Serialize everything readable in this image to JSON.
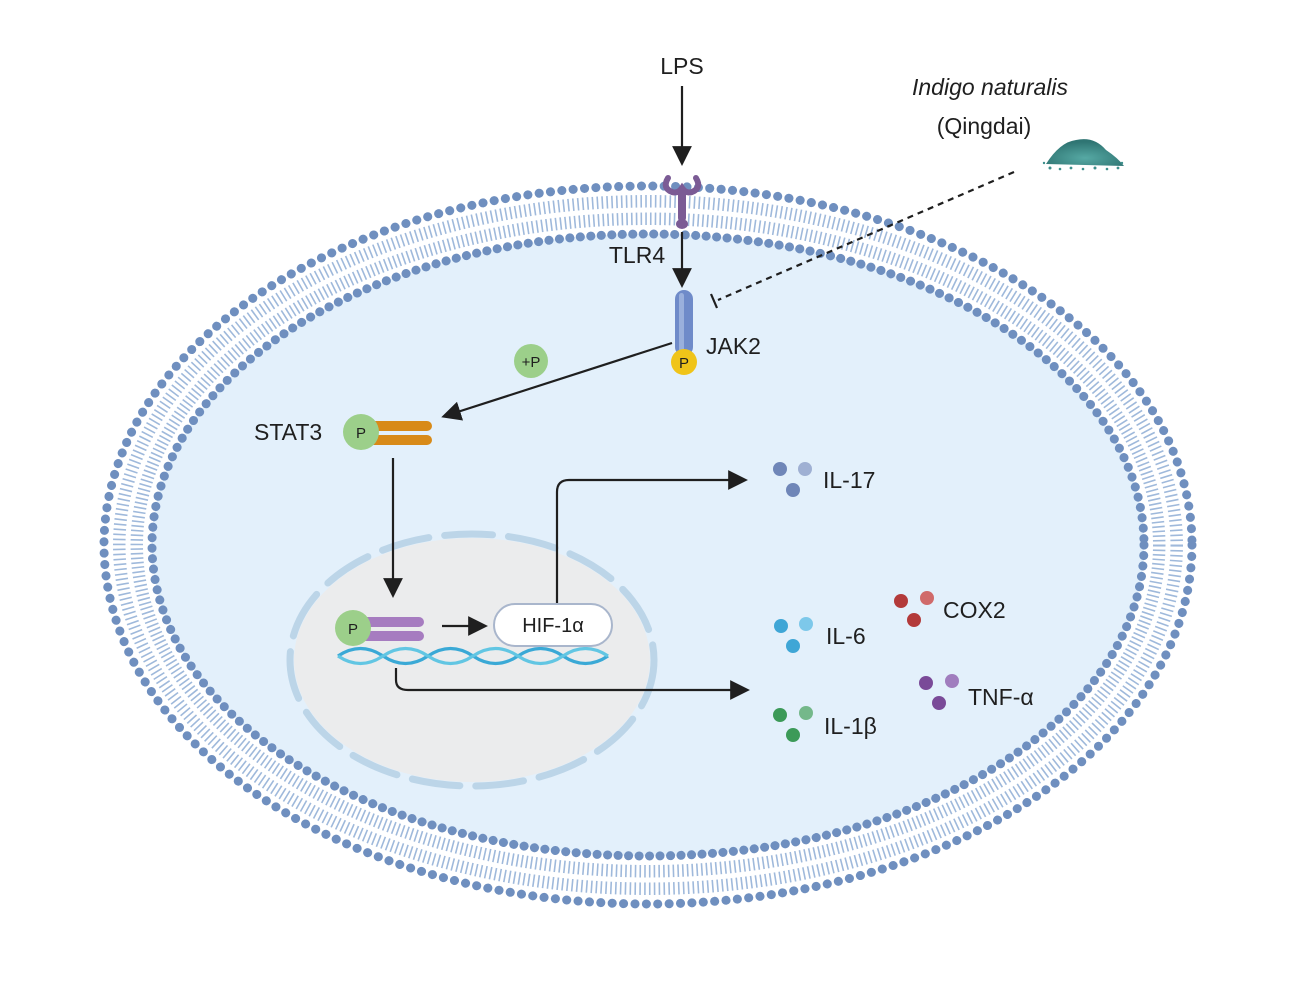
{
  "labels": {
    "lps": "LPS",
    "herb_name": "Indigo naturalis",
    "herb_alias": "(Qingdai)",
    "tlr4": "TLR4",
    "jak2": "JAK2",
    "plus_p": "+P",
    "stat3": "STAT3",
    "p": "P",
    "hif": "HIF-1α",
    "il17": "IL-17",
    "il6": "IL-6",
    "il1b": "IL-1β",
    "cox2": "COX2",
    "tnfa": "TNF-α"
  },
  "colors": {
    "cytoplasm": "#e3f0fb",
    "membrane_head": "#6f8fbf",
    "membrane_tail": "#9fb9db",
    "nucleus": "#ebeced",
    "nucleus_envelope": "#bcd5e8",
    "phospho_green": "#9ccf8a",
    "phospho_yellow": "#f0c419",
    "stat3_bar": "#d88a18",
    "stat3_nuclear_bar": "#a67cc0",
    "jak2": "#6f8bc9",
    "tlr4": "#7b5b95",
    "qingdai": "#3e8f8c",
    "dna_1": "#3aa9d6",
    "dna_2": "#62c6e3",
    "il17": "#6f86b8",
    "il6": "#3fa6d6",
    "il1b": "#3c9a58",
    "cox2": "#b33a3a",
    "tnfa": "#7a4a98"
  },
  "icons": [
    "tlr4-receptor-icon",
    "jak2-kinase-icon",
    "stat3-dimer-icon",
    "dna-helix-icon",
    "qingdai-powder-icon",
    "cytokine-cluster-icon"
  ]
}
